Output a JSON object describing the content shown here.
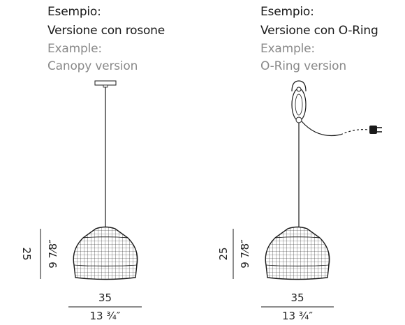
{
  "left": {
    "it_line1": "Esempio:",
    "it_line2": "Versione con rosone",
    "en_line1": "Example:",
    "en_line2": "Canopy version",
    "width_cm": "35",
    "width_in": "13 ¾″",
    "height_cm": "25",
    "height_in": "9 7⁄8″"
  },
  "right": {
    "it_line1": "Esempio:",
    "it_line2": "Versione con O-Ring",
    "en_line1": "Example:",
    "en_line2": "O-Ring version",
    "width_cm": "35",
    "width_in": "13 ¾″",
    "height_cm": "25",
    "height_in": "9 7⁄8″"
  },
  "colors": {
    "line": "#1a1a1a",
    "secondary_text": "#8a8a8a"
  }
}
